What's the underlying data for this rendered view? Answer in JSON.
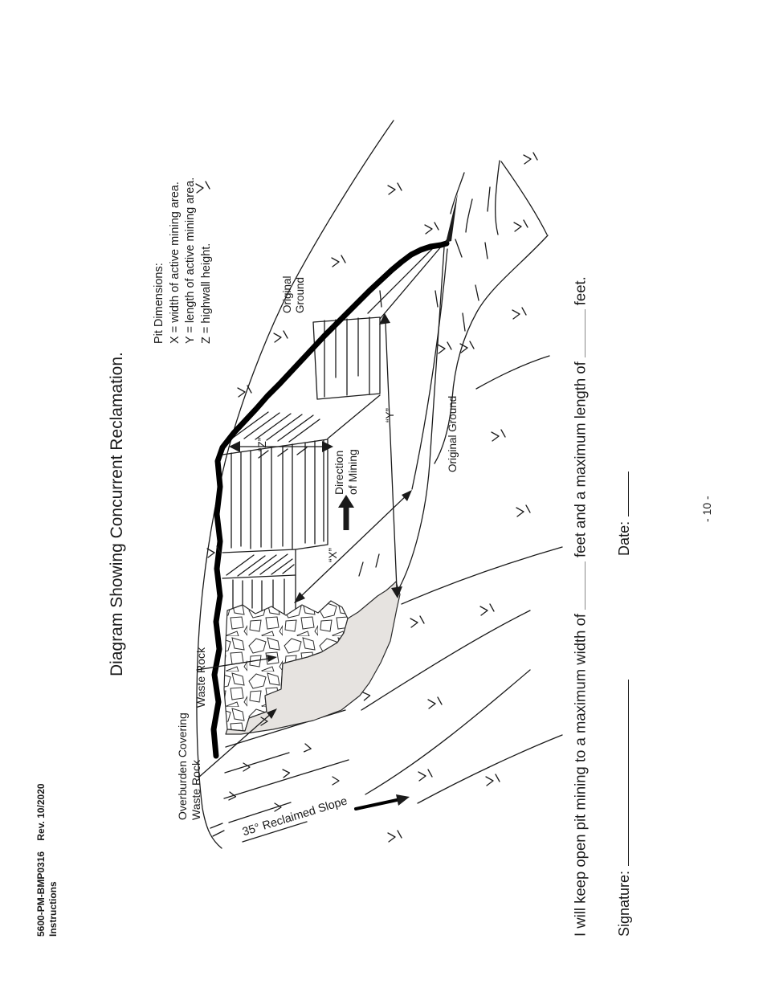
{
  "colors": {
    "ink": "#1a1a1a",
    "reclaimed_slope_fill": "#e6e3e0",
    "paper": "#ffffff"
  },
  "header": {
    "form_id_line": "5600-PM-BMP0316    Rev. 10/2020",
    "doc_type": "Instructions"
  },
  "title": "Diagram Showing Concurrent Reclamation.",
  "pit_dimensions": {
    "heading": "Pit Dimensions:",
    "items": [
      "X = width of active mining area.",
      "Y = length of active mining area.",
      "Z = highwall height."
    ]
  },
  "diagram": {
    "labels": {
      "original_ground_top_line1": "Original",
      "original_ground_top_line2": "Ground",
      "original_ground_right": "Original Ground",
      "waste_rock": "Waste Rock",
      "overburden_line1": "Overburden Covering",
      "overburden_line2": "Waste Rock",
      "direction_line1": "Direction",
      "direction_line2": "of Mining",
      "reclaimed_slope": "35° Reclaimed Slope",
      "dim_x": "“X”",
      "dim_y": "“Y”",
      "dim_z": "“Z”"
    }
  },
  "statement": {
    "part1": "I will keep open pit mining to a maximum width of",
    "part2": "feet and a maximum length of",
    "part3": "feet."
  },
  "signature": {
    "label": "Signature:"
  },
  "date": {
    "label": "Date:"
  },
  "page_number": "- 10 -"
}
